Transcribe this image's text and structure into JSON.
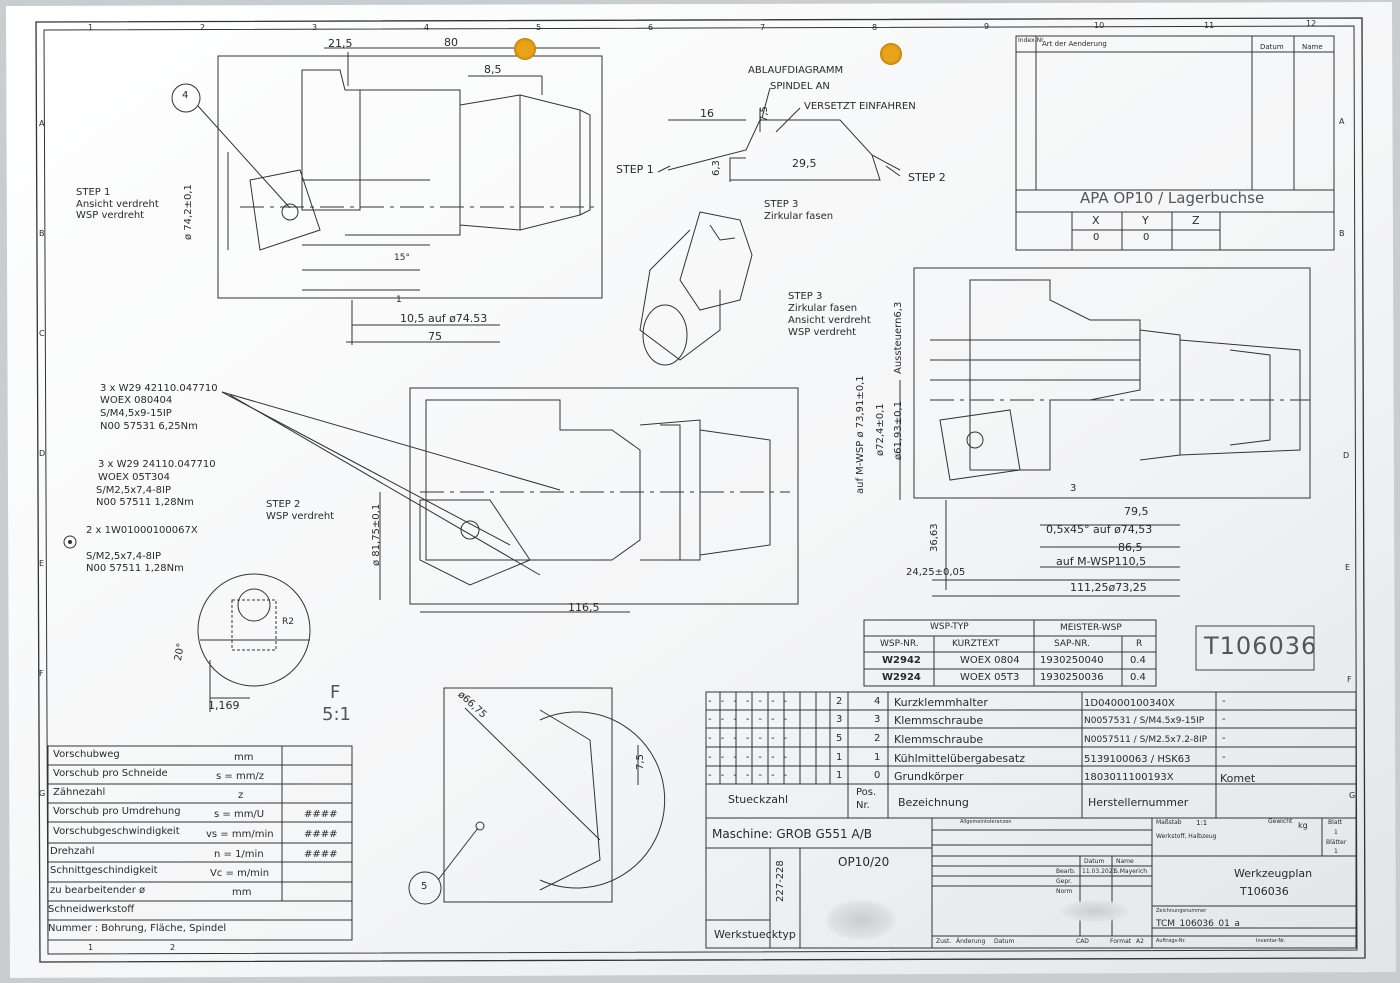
{
  "frame": {
    "col_numbers": [
      "1",
      "2",
      "3",
      "4",
      "5",
      "6",
      "7",
      "8",
      "9",
      "10",
      "11",
      "12"
    ],
    "row_letters": [
      "A",
      "B",
      "C",
      "D",
      "E",
      "F",
      "G"
    ]
  },
  "revision_block": {
    "index_label": "Index-Nr.",
    "change_label": "Art der Aenderung",
    "date_label": "Datum",
    "name_label": "Name"
  },
  "project": {
    "title": "APA OP10 / Lagerbuchse",
    "axes": [
      "X",
      "Y",
      "Z"
    ],
    "values": [
      "0",
      "0",
      ""
    ]
  },
  "flow_diagram": {
    "title": "ABLAUFDIAGRAMM",
    "spindle": "SPINDEL AN",
    "offset": "VERSETZT EINFAHREN",
    "step1": "STEP 1",
    "step2": "STEP 2",
    "dim_16": "16",
    "dim_75": "7,5",
    "dim_63": "6,3",
    "dim_295": "29,5"
  },
  "view1": {
    "balloon": "4",
    "step_label": "STEP 1",
    "step_line2": "Ansicht verdreht",
    "step_line3": "WSP verdreht",
    "dim_215": "21,5",
    "dim_80": "80",
    "dim_85": "8,5",
    "dim_dia742": "ø 74,2±0,1",
    "dim_105": "10,5 auf ø74.53",
    "dim_75": "75",
    "dim_15": "15°",
    "dim_1": "1"
  },
  "step3_iso": {
    "label": "STEP 3",
    "text": "Zirkular fasen"
  },
  "view3": {
    "step_label": "STEP 3",
    "l2": "Zirkular fasen",
    "l3": "Ansicht verdreht",
    "l4": "WSP verdreht",
    "dim_7391": "auf M-WSP ø 73,91±0,1",
    "dim_724": "ø72,4±0,1",
    "dim_6193": "ø61,93±0,1",
    "dim_aussteuern": "Aussteuern6,3",
    "dim_3663": "36,63",
    "dim_795": "79,5",
    "dim_chamfer": "0,5x45° auf ø74,53",
    "dim_865": "86,5",
    "dim_mwsp": "auf M-WSP110,5",
    "dim_2425": "24,25±0,05",
    "dim_11125": "111,25ø73,25",
    "dim_3": "3"
  },
  "view2": {
    "callout1_l1": "3 x W29 42110.047710",
    "callout1_l2": "WOEX 080404",
    "callout1_l3": "S/M4,5x9-15IP",
    "callout1_l4": "N00 57531 6,25Nm",
    "callout2_l1": "3 x W29 24110.047710",
    "callout2_l2": "WOEX 05T304",
    "callout2_l3": "S/M2,5x7,4-8IP",
    "callout2_l4": "N00 57511 1,28Nm",
    "callout3_l1": "2 x 1W01000100067X",
    "callout3_l2": "S/M2,5x7,4-8IP",
    "callout3_l3": "N00 57511 1,28Nm",
    "step_label": "STEP 2",
    "step_l2": "WSP verdreht",
    "dim_8175": "ø 81,75±0,1",
    "dim_1165": "116,5"
  },
  "detail_f": {
    "dim_20": "20°",
    "dim_r2": "R2",
    "dim_1169": "1,169",
    "label": "F",
    "scale": "5:1"
  },
  "view5": {
    "balloon": "5",
    "dim_6675": "ø66,75",
    "dim_75": "7,5"
  },
  "stamp": "T106036",
  "wsp_table": {
    "header_left": "WSP-TYP",
    "header_right": "MEISTER-WSP",
    "columns": [
      "WSP-NR.",
      "KURZTEXT",
      "SAP-NR.",
      "R"
    ],
    "rows": [
      [
        "W2942",
        "WOEX 0804",
        "1930250040",
        "0.4"
      ],
      [
        "W2924",
        "WOEX 05T3",
        "1930250036",
        "0.4"
      ]
    ]
  },
  "parts_list": {
    "rows": [
      {
        "qty": "2",
        "pos": "4",
        "name": "Kurzklemmhalter",
        "number": "1D04000100340X",
        "maker": "-"
      },
      {
        "qty": "3",
        "pos": "3",
        "name": "Klemmschraube",
        "number": "N0057531 / S/M4.5x9-15IP",
        "maker": "-"
      },
      {
        "qty": "5",
        "pos": "2",
        "name": "Klemmschraube",
        "number": "N0057511 / S/M2.5x7.2-8IP",
        "maker": "-"
      },
      {
        "qty": "1",
        "pos": "1",
        "name": "Kühlmittelübergabesatz",
        "number": "5139100063 / HSK63",
        "maker": "-"
      },
      {
        "qty": "1",
        "pos": "0",
        "name": "Grundkörper",
        "number": "1803011100193X",
        "maker": "Komet"
      }
    ],
    "h_qty": "Stueckzahl",
    "h_pos": "Pos. Nr.",
    "h_name": "Bezeichnung",
    "h_number": "Herstellernummer"
  },
  "machine": {
    "label": "Maschine: GROB G551 A/B",
    "op": "OP10/20",
    "range": "227-228",
    "workpiece_label": "Werkstuecktyp"
  },
  "title_block": {
    "scale_label": "Maßstab",
    "scale": "1:1",
    "weight_label": "Gewicht",
    "weight_unit": "kg",
    "sheet_label": "Blatt",
    "sheet": "1",
    "sheets_label": "Blätter",
    "sheets": "1",
    "material_label": "Werkstoff, Halbzeug",
    "tol_label": "Allgemeintoleranzen",
    "date_label": "Datum",
    "name_label": "Name",
    "date_val": "11.03.2021",
    "name_val": "S.Mayerich",
    "bearb": "Bearb.",
    "gepr": "Gepr.",
    "norm": "Norm",
    "title": "Werkzeugplan",
    "number": "T106036",
    "drawing_no_label": "Zeichnungsnummer",
    "drawing_no": "TCM_106036_01_a",
    "auftrag": "Auftrags-Nr.",
    "inventar": "Inventar-Nr.",
    "cad": "CAD",
    "format_label": "Format",
    "format": "A2",
    "zust": "Zust.",
    "aend": "Änderung",
    "dat": "Datum"
  },
  "cutting_data": {
    "rows": [
      {
        "label": "Vorschubweg",
        "unit": "mm",
        "value": ""
      },
      {
        "label": "Vorschub pro Schneide",
        "unit": "s = mm/z",
        "value": ""
      },
      {
        "label": "Zähnezahl",
        "unit": "z",
        "value": ""
      },
      {
        "label": "Vorschub pro Umdrehung",
        "unit": "s = mm/U",
        "value": "####"
      },
      {
        "label": "Vorschubgeschwindigkeit",
        "unit": "vs = mm/min",
        "value": "####"
      },
      {
        "label": "Drehzahl",
        "unit": "n = 1/min",
        "value": "####"
      },
      {
        "label": "Schnittgeschindigkeit",
        "unit": "Vc = m/min",
        "value": ""
      },
      {
        "label": "zu bearbeitender ø",
        "unit": "mm",
        "value": ""
      },
      {
        "label": "Schneidwerkstoff",
        "unit": "",
        "value": ""
      },
      {
        "label": "Nummer : Bohrung, Fläche, Spindel",
        "unit": "",
        "value": ""
      }
    ]
  }
}
